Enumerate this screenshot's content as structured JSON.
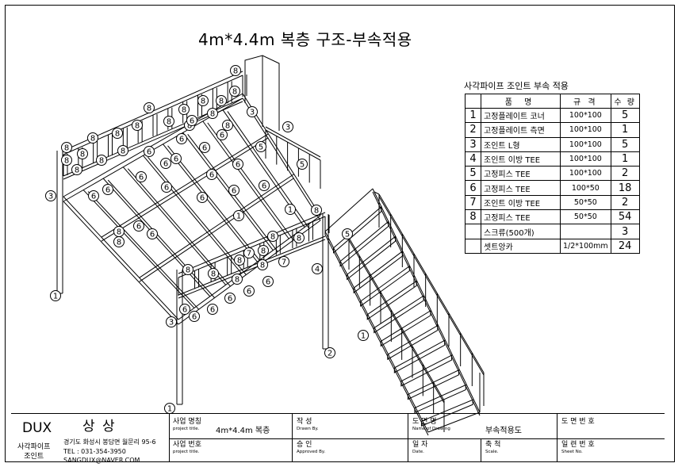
{
  "title": "4m*4.4m 복층 구조-부속적용",
  "parts_table": {
    "caption": "사각파이프 조인트 부속 적용",
    "headers": {
      "name": "품 명",
      "spec": "규 격",
      "qty": "수 량"
    },
    "rows": [
      {
        "no": "1",
        "name": "고정플레이트 코너",
        "spec": "100*100",
        "qty": "5"
      },
      {
        "no": "2",
        "name": "고정플레이트 측면",
        "spec": "100*100",
        "qty": "1"
      },
      {
        "no": "3",
        "name": "조인트 L형",
        "spec": "100*100",
        "qty": "5"
      },
      {
        "no": "4",
        "name": "조인트 이방 TEE",
        "spec": "100*100",
        "qty": "1"
      },
      {
        "no": "5",
        "name": "고정피스 TEE",
        "spec": "100*100",
        "qty": "2"
      },
      {
        "no": "6",
        "name": "고정피스 TEE",
        "spec": "100*50",
        "qty": "18"
      },
      {
        "no": "7",
        "name": "조인트 이방 TEE",
        "spec": "50*50",
        "qty": "2"
      },
      {
        "no": "8",
        "name": "고정피스 TEE",
        "spec": "50*50",
        "qty": "54"
      },
      {
        "no": "",
        "name": "스크류(500개)",
        "spec": "",
        "qty": "3"
      },
      {
        "no": "",
        "name": "셋트앙카",
        "spec": "1/2*100mm",
        "qty": "24"
      }
    ]
  },
  "title_block": {
    "company": "DUX",
    "brand": "상 상",
    "product_line": "사각파이프\n조인트",
    "address": "경기도 화성시 봉담면 월문리 95-6",
    "tel": "TEL : 031-354-3950",
    "email": "SANGDUX@NAVER.COM",
    "project_name_label": "사업 명칭",
    "project_name_sub": "project title.",
    "project_name_value": "4m*4.4m 복층",
    "project_no_label": "사업 번호",
    "project_no_sub": "project title.",
    "drawn_label": "작 성",
    "drawn_sub": "Drawn By.",
    "approved_label": "승 인",
    "approved_sub": "Approved By.",
    "drawing_name_label": "도 면 명",
    "drawing_name_sub": "Name of Drawing",
    "drawing_name_value": "부속적용도",
    "date_label": "일 자",
    "date_sub": "Date.",
    "scale_label": "축 척",
    "scale_sub": "Scale.",
    "drawing_no_label": "도 면 번 호",
    "sheet_no_label": "일 련 번 호",
    "sheet_no_sub": "Sheet No."
  },
  "callouts": [
    {
      "n": "8"
    },
    {
      "n": "8"
    },
    {
      "n": "8"
    },
    {
      "n": "8"
    },
    {
      "n": "8"
    },
    {
      "n": "8"
    },
    {
      "n": "8"
    },
    {
      "n": "8"
    },
    {
      "n": "8"
    },
    {
      "n": "8"
    },
    {
      "n": "8"
    },
    {
      "n": "8"
    },
    {
      "n": "8"
    },
    {
      "n": "8"
    },
    {
      "n": "8"
    },
    {
      "n": "8"
    },
    {
      "n": "8"
    },
    {
      "n": "8"
    },
    {
      "n": "8"
    },
    {
      "n": "8"
    },
    {
      "n": "8"
    },
    {
      "n": "8"
    },
    {
      "n": "8"
    },
    {
      "n": "8"
    },
    {
      "n": "8"
    },
    {
      "n": "8"
    },
    {
      "n": "8"
    },
    {
      "n": "8"
    },
    {
      "n": "8"
    },
    {
      "n": "8"
    },
    {
      "n": "6"
    },
    {
      "n": "6"
    },
    {
      "n": "6"
    },
    {
      "n": "6"
    },
    {
      "n": "6"
    },
    {
      "n": "6"
    },
    {
      "n": "6"
    },
    {
      "n": "6"
    },
    {
      "n": "6"
    },
    {
      "n": "6"
    },
    {
      "n": "6"
    },
    {
      "n": "6"
    },
    {
      "n": "6"
    },
    {
      "n": "6"
    },
    {
      "n": "6"
    },
    {
      "n": "6"
    },
    {
      "n": "6"
    },
    {
      "n": "6"
    },
    {
      "n": "6"
    },
    {
      "n": "6"
    },
    {
      "n": "6"
    },
    {
      "n": "6"
    },
    {
      "n": "6"
    },
    {
      "n": "6"
    },
    {
      "n": "7"
    },
    {
      "n": "7"
    },
    {
      "n": "5"
    },
    {
      "n": "5"
    },
    {
      "n": "5"
    },
    {
      "n": "3"
    },
    {
      "n": "3"
    },
    {
      "n": "3"
    },
    {
      "n": "3"
    },
    {
      "n": "1"
    },
    {
      "n": "1"
    },
    {
      "n": "1"
    },
    {
      "n": "1"
    },
    {
      "n": "1"
    },
    {
      "n": "2"
    },
    {
      "n": "4"
    }
  ]
}
